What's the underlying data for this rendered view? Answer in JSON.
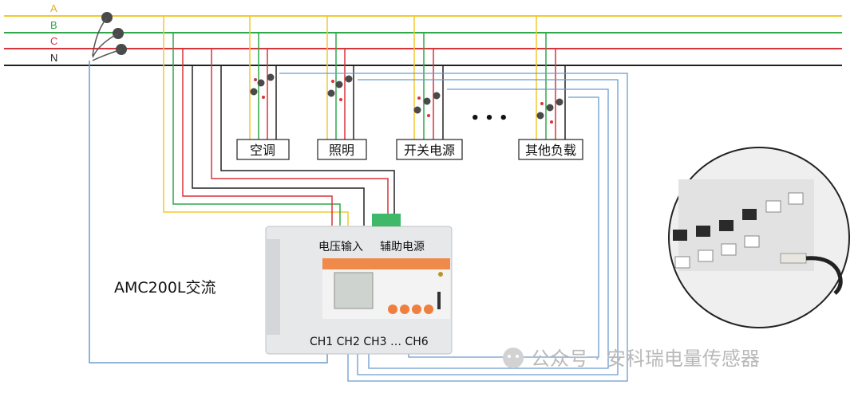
{
  "buses": [
    {
      "label": "A",
      "color": "#f2c92f"
    },
    {
      "label": "B",
      "color": "#2fa84a"
    },
    {
      "label": "C",
      "color": "#d8343b"
    },
    {
      "label": "N",
      "color": "#222222"
    }
  ],
  "loads": [
    "空调",
    "照明",
    "开关电源",
    "其他负载"
  ],
  "ellipsis": "• • •",
  "device": {
    "voltage_input": "电压输入",
    "aux_power": "辅助电源",
    "channels": "CH1 CH2 CH3 … CH6"
  },
  "product_label": "AMC200L交流",
  "watermark": "公众号 · 安科瑞电量传感器",
  "colors": {
    "phase_a": "#f2c92f",
    "phase_b": "#2fa84a",
    "phase_c": "#d8343b",
    "neutral": "#222222",
    "ct_cable": "#6b9bd1",
    "panel_orange": "#f08a4b"
  }
}
